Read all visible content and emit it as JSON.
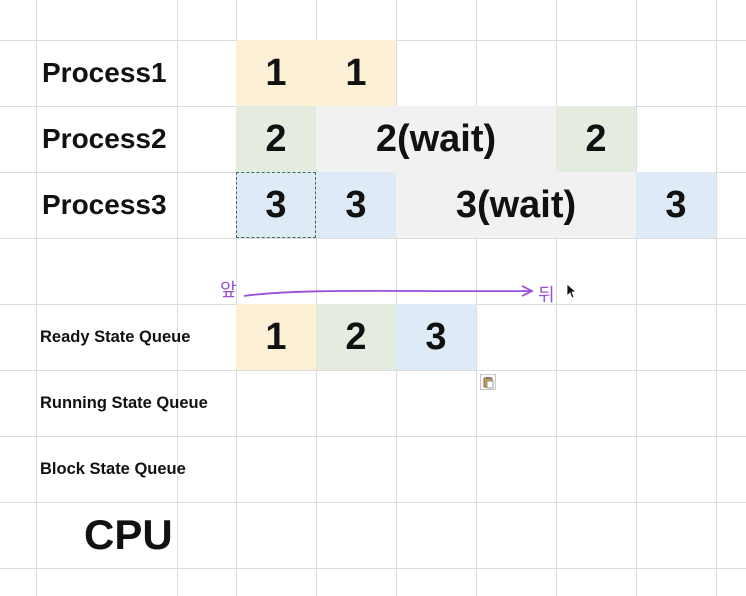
{
  "colors": {
    "p1": "#fcf1d6",
    "p2": "#e4ecdf",
    "p3": "#deeaf6",
    "wait": "#f1f1f1",
    "annotation": "#9a4fd6",
    "grid": "#dcdcdc"
  },
  "rows": {
    "process1": {
      "label": "Process1",
      "cells": [
        "1",
        "1"
      ]
    },
    "process2": {
      "label": "Process2",
      "cells": [
        "2",
        "2(wait)",
        "2"
      ]
    },
    "process3": {
      "label": "Process3",
      "cells": [
        "3",
        "3",
        "3(wait)",
        "3"
      ]
    }
  },
  "annotation": {
    "start": "앞",
    "end": "뒤"
  },
  "queues": {
    "ready": {
      "label": "Ready State Queue",
      "items": [
        "1",
        "2",
        "3"
      ]
    },
    "running": {
      "label": "Running State Queue"
    },
    "block": {
      "label": "Block State Queue"
    }
  },
  "cpu": {
    "label": "CPU"
  },
  "icons": {
    "paste": "clipboard-icon",
    "cursor": "mouse-pointer-icon"
  }
}
